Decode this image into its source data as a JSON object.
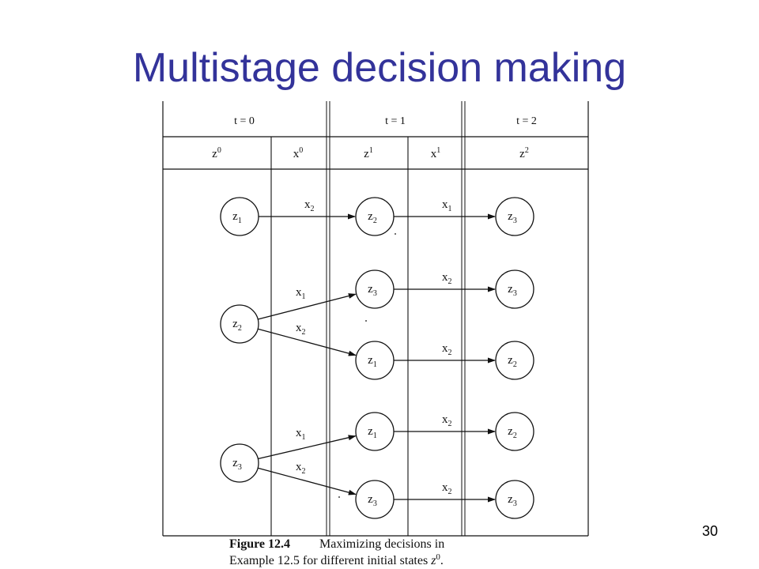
{
  "slide": {
    "title": "Multistage decision making",
    "page_number": "30"
  },
  "table": {
    "stage_headers": [
      "t = 0",
      "t = 1",
      "t = 2"
    ],
    "column_headers": [
      "z0",
      "x0",
      "z1",
      "x1",
      "z2"
    ]
  },
  "nodes": [
    {
      "id": "n0",
      "label": "z1",
      "base": "z",
      "sub": "1"
    },
    {
      "id": "n1",
      "label": "z2",
      "base": "z",
      "sub": "2"
    },
    {
      "id": "n2",
      "label": "z3",
      "base": "z",
      "sub": "3"
    },
    {
      "id": "n3",
      "label": "z2",
      "base": "z",
      "sub": "2"
    },
    {
      "id": "n4",
      "label": "z3",
      "base": "z",
      "sub": "3"
    },
    {
      "id": "n5",
      "label": "z1",
      "base": "z",
      "sub": "1"
    },
    {
      "id": "n6",
      "label": "z1",
      "base": "z",
      "sub": "1"
    },
    {
      "id": "n7",
      "label": "z3",
      "base": "z",
      "sub": "3"
    },
    {
      "id": "n8",
      "label": "z3",
      "base": "z",
      "sub": "3"
    },
    {
      "id": "n9",
      "label": "z3",
      "base": "z",
      "sub": "3"
    },
    {
      "id": "n10",
      "label": "z2",
      "base": "z",
      "sub": "2"
    },
    {
      "id": "n11",
      "label": "z2",
      "base": "z",
      "sub": "2"
    },
    {
      "id": "n12",
      "label": "z3",
      "base": "z",
      "sub": "3"
    }
  ],
  "edges": [
    {
      "from": "n0",
      "to": "n3",
      "label": "x2",
      "base": "x",
      "sub": "2"
    },
    {
      "from": "n1",
      "to": "n4",
      "label": "x1",
      "base": "x",
      "sub": "1"
    },
    {
      "from": "n1",
      "to": "n5",
      "label": "x2",
      "base": "x",
      "sub": "2"
    },
    {
      "from": "n2",
      "to": "n6",
      "label": "x1",
      "base": "x",
      "sub": "1"
    },
    {
      "from": "n2",
      "to": "n7",
      "label": "x2",
      "base": "x",
      "sub": "2"
    },
    {
      "from": "n3",
      "to": "n8",
      "label": "x1",
      "base": "x",
      "sub": "1"
    },
    {
      "from": "n4",
      "to": "n9",
      "label": "x2",
      "base": "x",
      "sub": "2"
    },
    {
      "from": "n5",
      "to": "n10",
      "label": "x2",
      "base": "x",
      "sub": "2"
    },
    {
      "from": "n6",
      "to": "n11",
      "label": "x2",
      "base": "x",
      "sub": "2"
    },
    {
      "from": "n7",
      "to": "n12",
      "label": "x2",
      "base": "x",
      "sub": "2"
    }
  ],
  "caption": {
    "label": "Figure 12.4",
    "line1": "Maximizing decisions in",
    "line2_prefix": "Example 12.5 for different initial states",
    "line2_symbol": "z",
    "line2_sup": "0",
    "line2_end": "."
  }
}
